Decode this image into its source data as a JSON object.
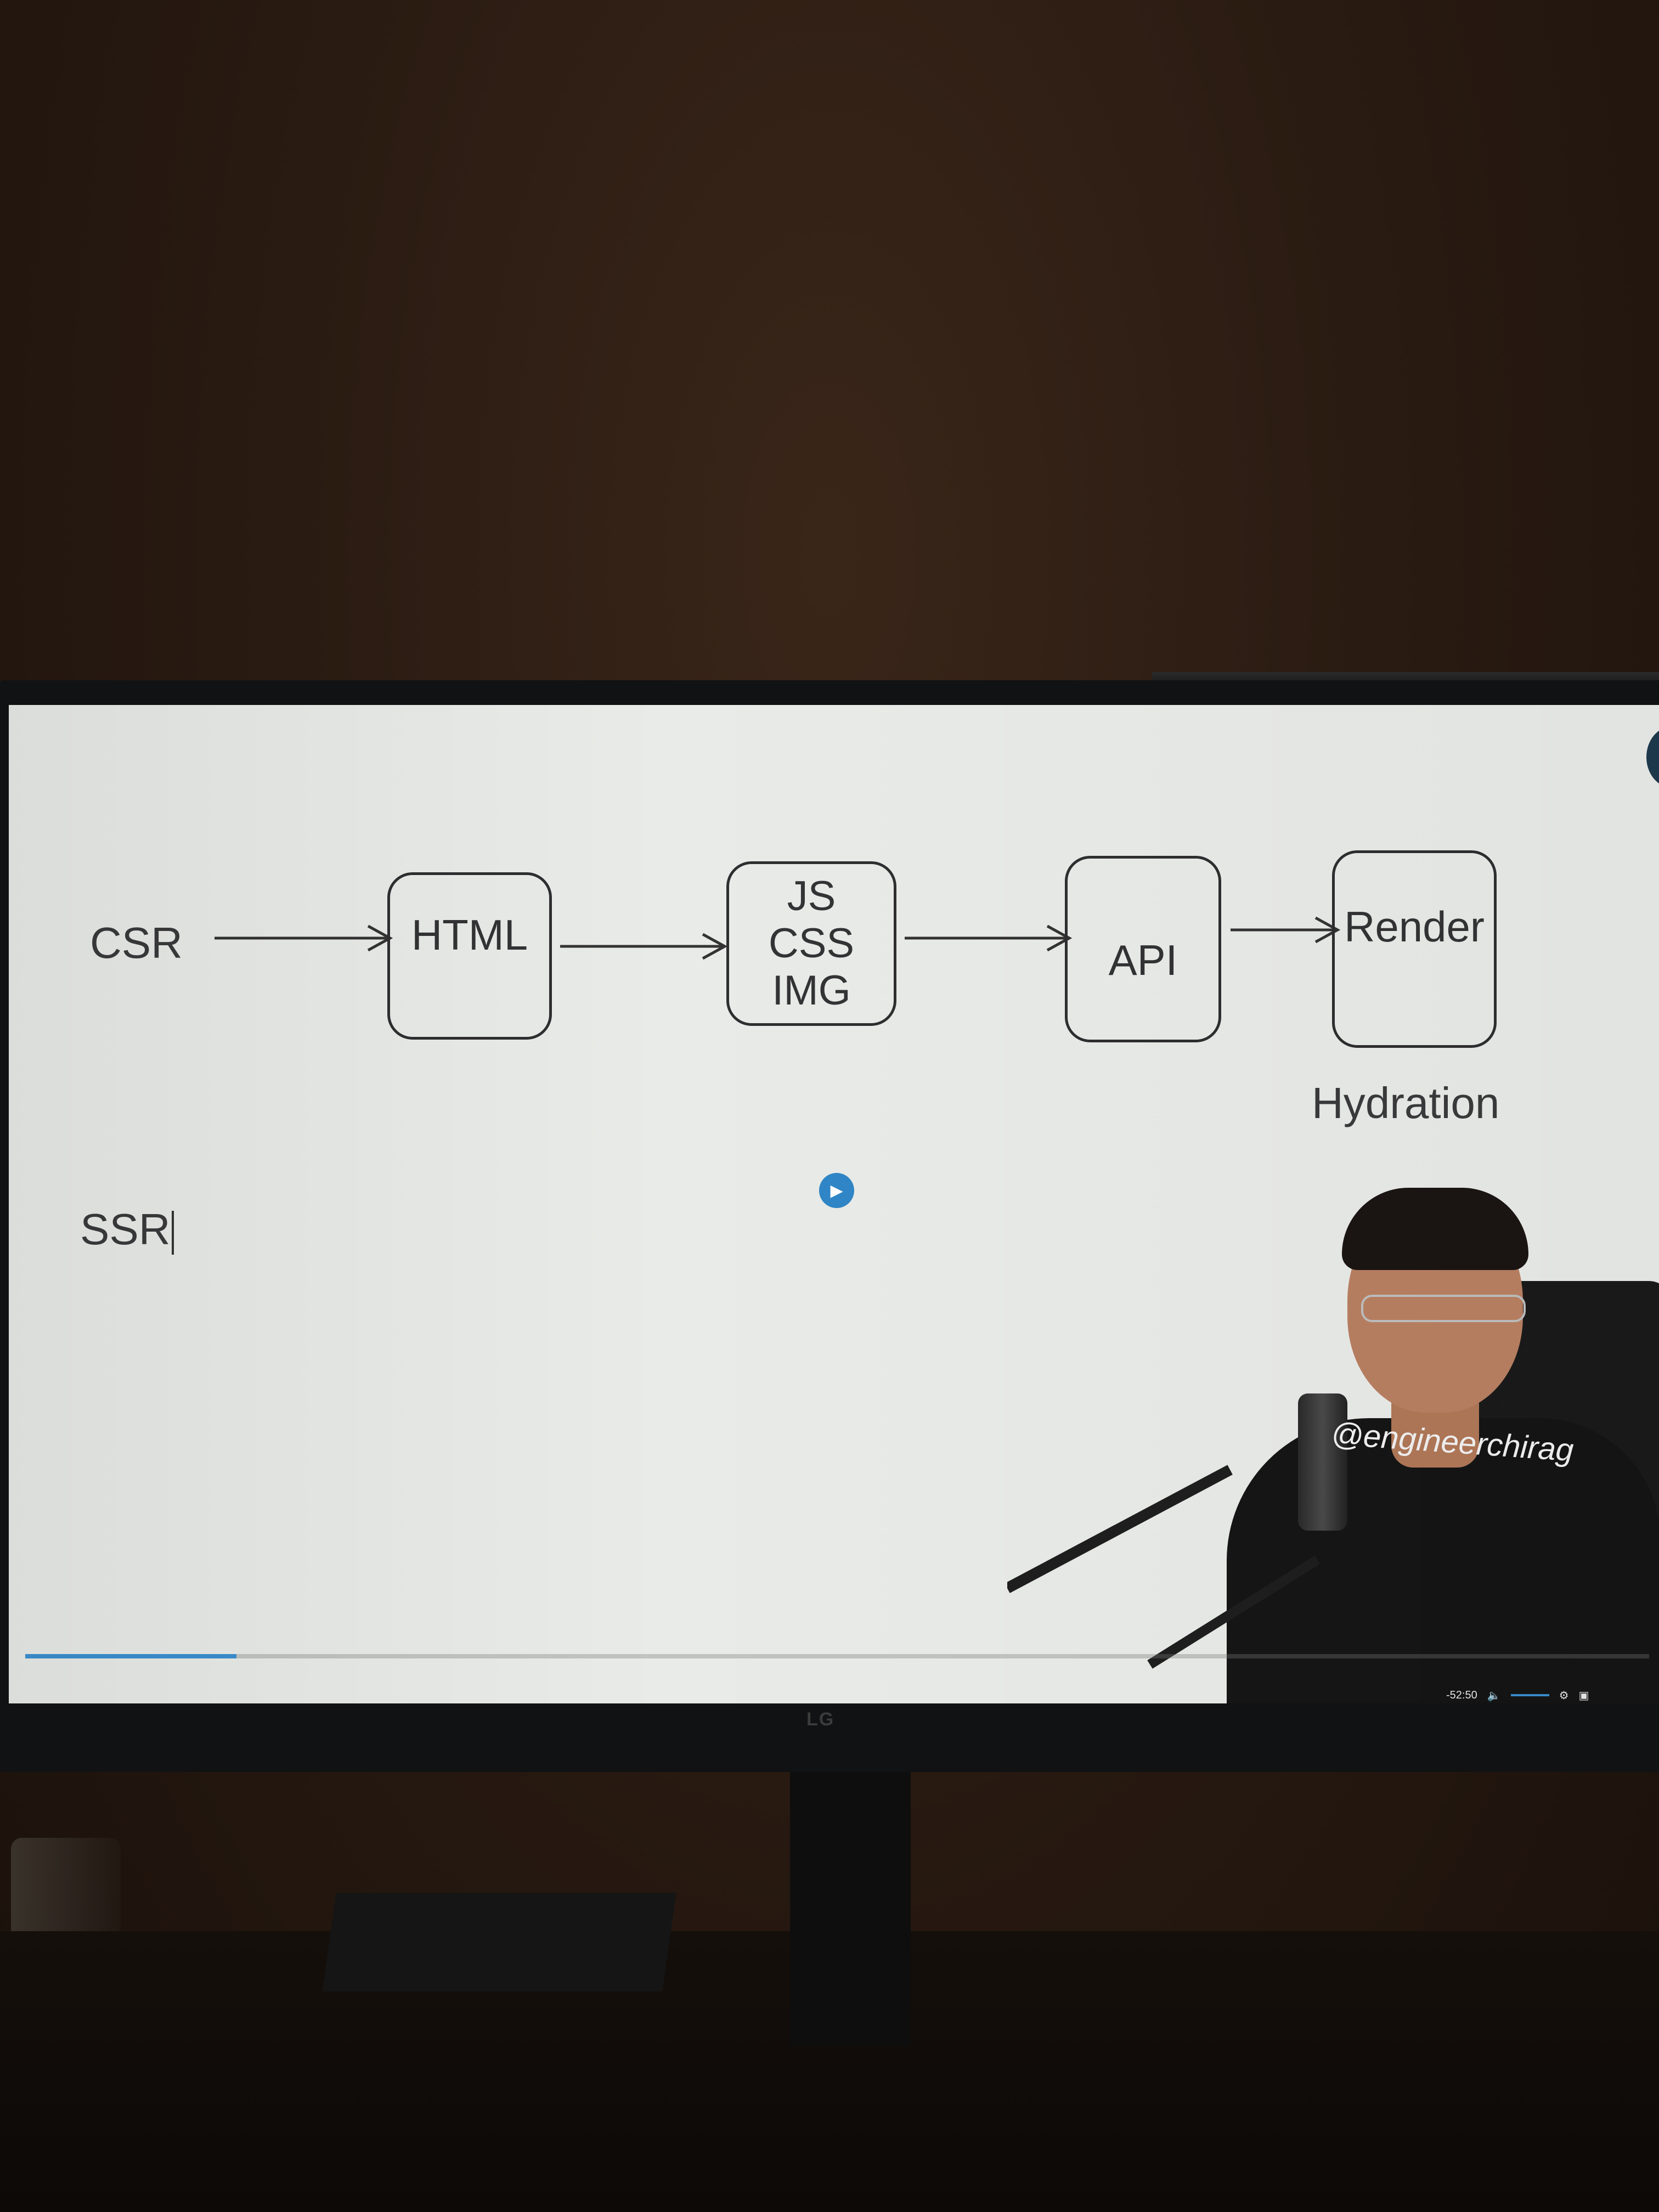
{
  "diagram": {
    "csr_label": "CSR",
    "ssr_label": "SSR",
    "nodes": {
      "html": "HTML",
      "assets": [
        "JS",
        "CSS",
        "IMG"
      ],
      "api": "API",
      "render": "Render"
    },
    "hydration_label": "Hydration"
  },
  "presenter": {
    "handle": "@engineerchirag"
  },
  "player": {
    "time_remaining": "-52:50",
    "progress_fraction": 0.13,
    "volume_fraction": 0.9,
    "accent_color": "#3a8fd0"
  },
  "monitor": {
    "brand": "LG"
  },
  "icons": {
    "play_indicator": "play-icon",
    "volume": "volume-icon",
    "settings": "gear-icon",
    "fullscreen": "fullscreen-icon"
  }
}
